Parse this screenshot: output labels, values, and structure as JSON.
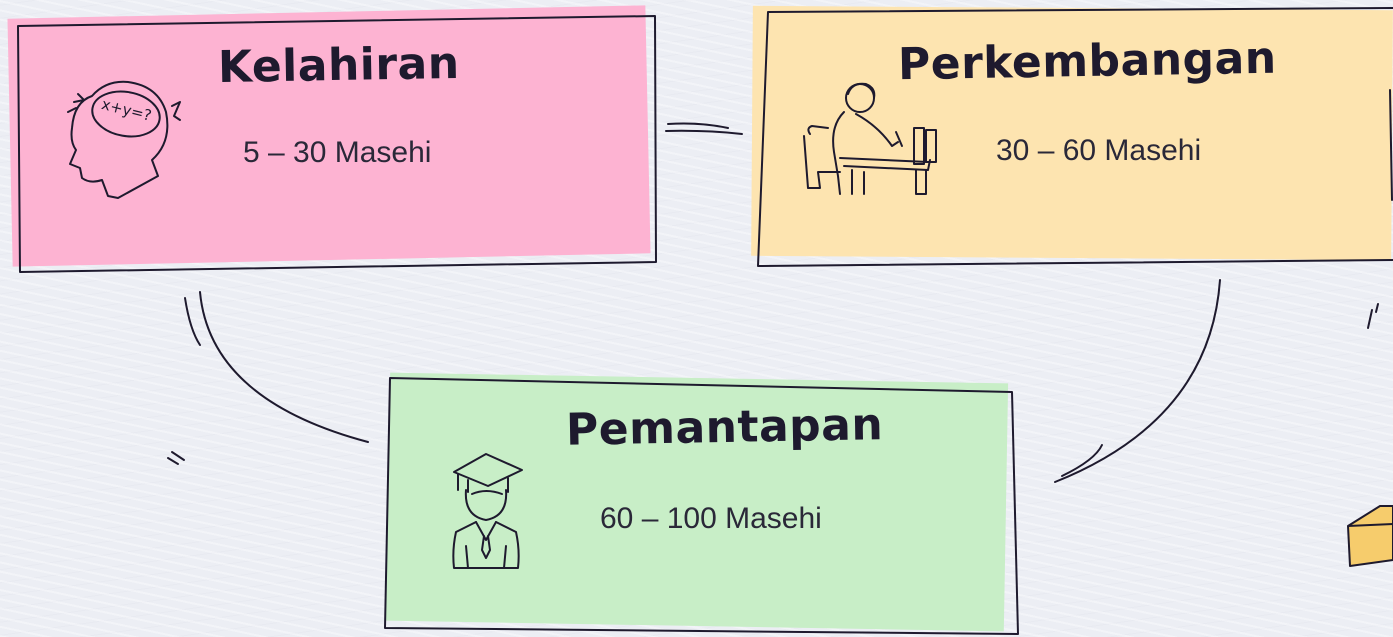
{
  "stages": [
    {
      "title": "Kelahiran",
      "period": "5 – 30 Masehi",
      "color": "#fdb3d2",
      "icon": "thinking-head-icon",
      "icon_text": "x+y=?"
    },
    {
      "title": "Perkembangan",
      "period": "30 – 60 Masehi",
      "color": "#fde4b0",
      "icon": "studying-student-icon"
    },
    {
      "title": "Pemantapan",
      "period": "60 – 100 Masehi",
      "color": "#c8eec7",
      "icon": "graduate-icon"
    }
  ]
}
